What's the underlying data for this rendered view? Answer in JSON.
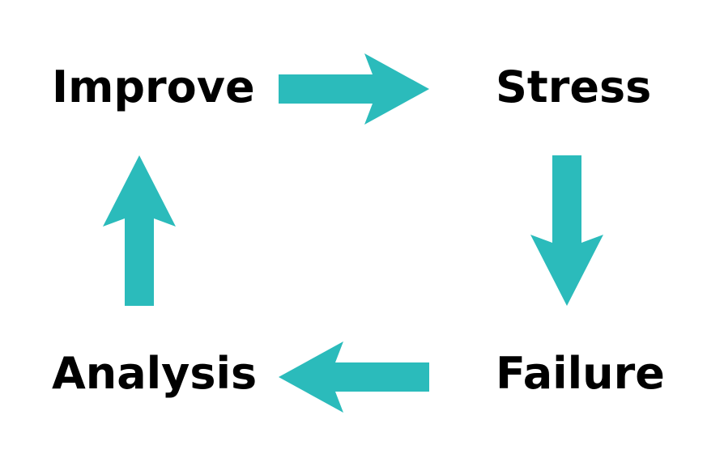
{
  "diagram": {
    "accent_color": "#2bbbbb",
    "text_color": "#000000",
    "nodes": {
      "improve": "Improve",
      "stress": "Stress",
      "failure": "Failure",
      "analysis": "Analysis"
    },
    "edges": [
      {
        "from": "Improve",
        "to": "Stress",
        "direction": "right"
      },
      {
        "from": "Stress",
        "to": "Failure",
        "direction": "down"
      },
      {
        "from": "Failure",
        "to": "Analysis",
        "direction": "left"
      },
      {
        "from": "Analysis",
        "to": "Improve",
        "direction": "up"
      }
    ]
  }
}
